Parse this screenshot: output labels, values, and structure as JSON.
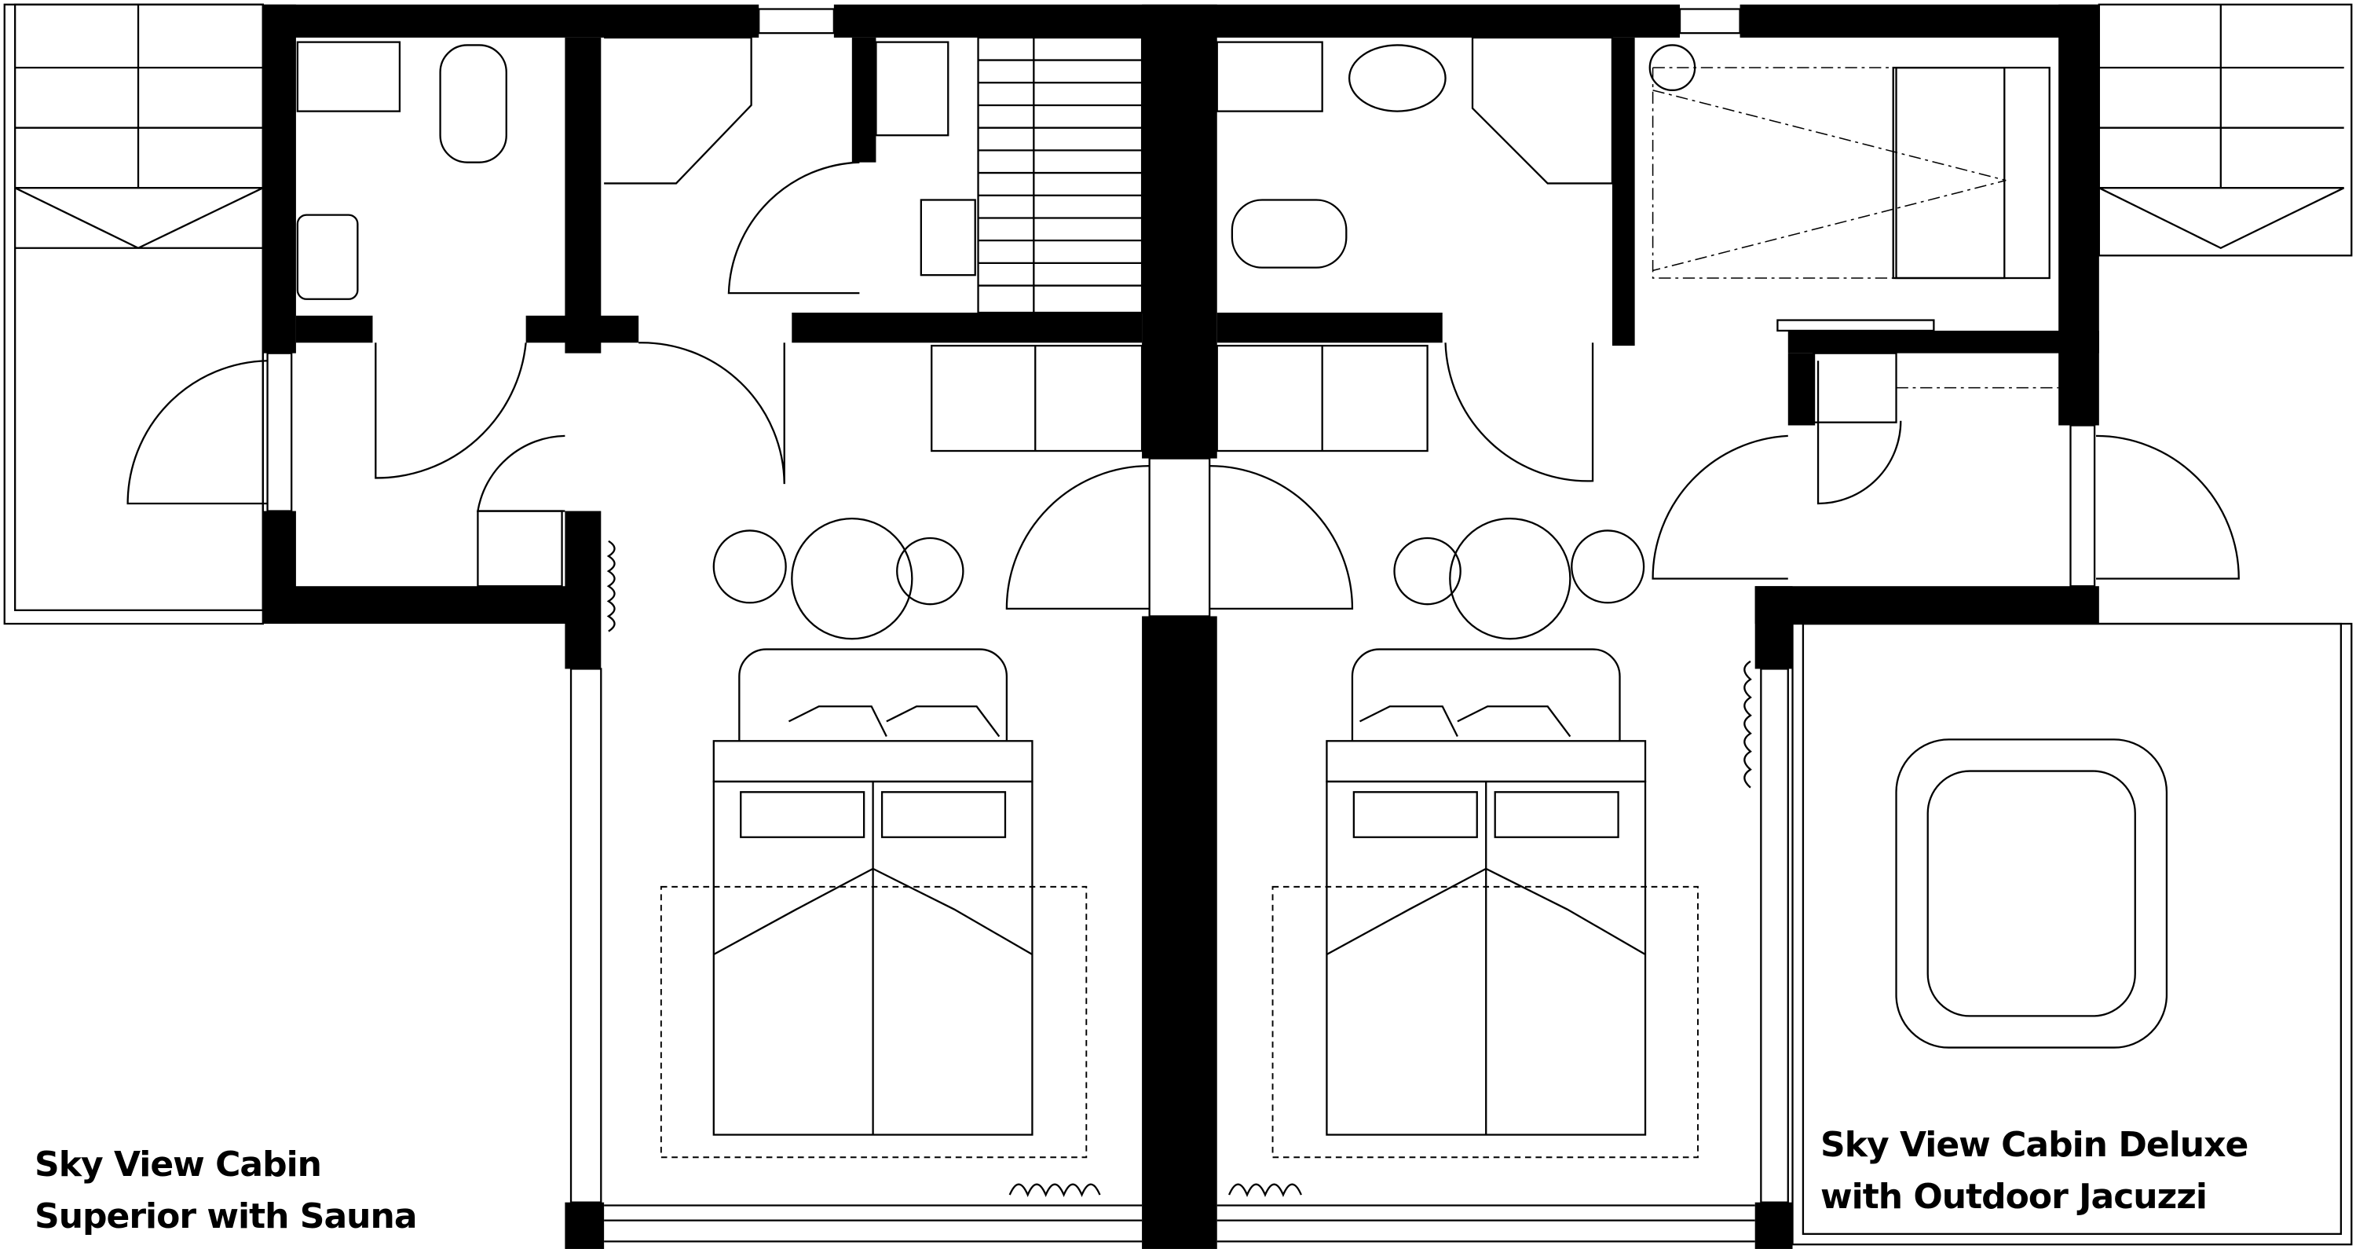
{
  "plan": {
    "labels": [
      {
        "line1": "Sky View Cabin",
        "line2": "Superior with Sauna"
      },
      {
        "line1": "Sky View Cabin Deluxe",
        "line2": "with Outdoor Jacuzzi"
      }
    ],
    "colors": {
      "walls": "#000000",
      "background": "#ffffff"
    }
  }
}
